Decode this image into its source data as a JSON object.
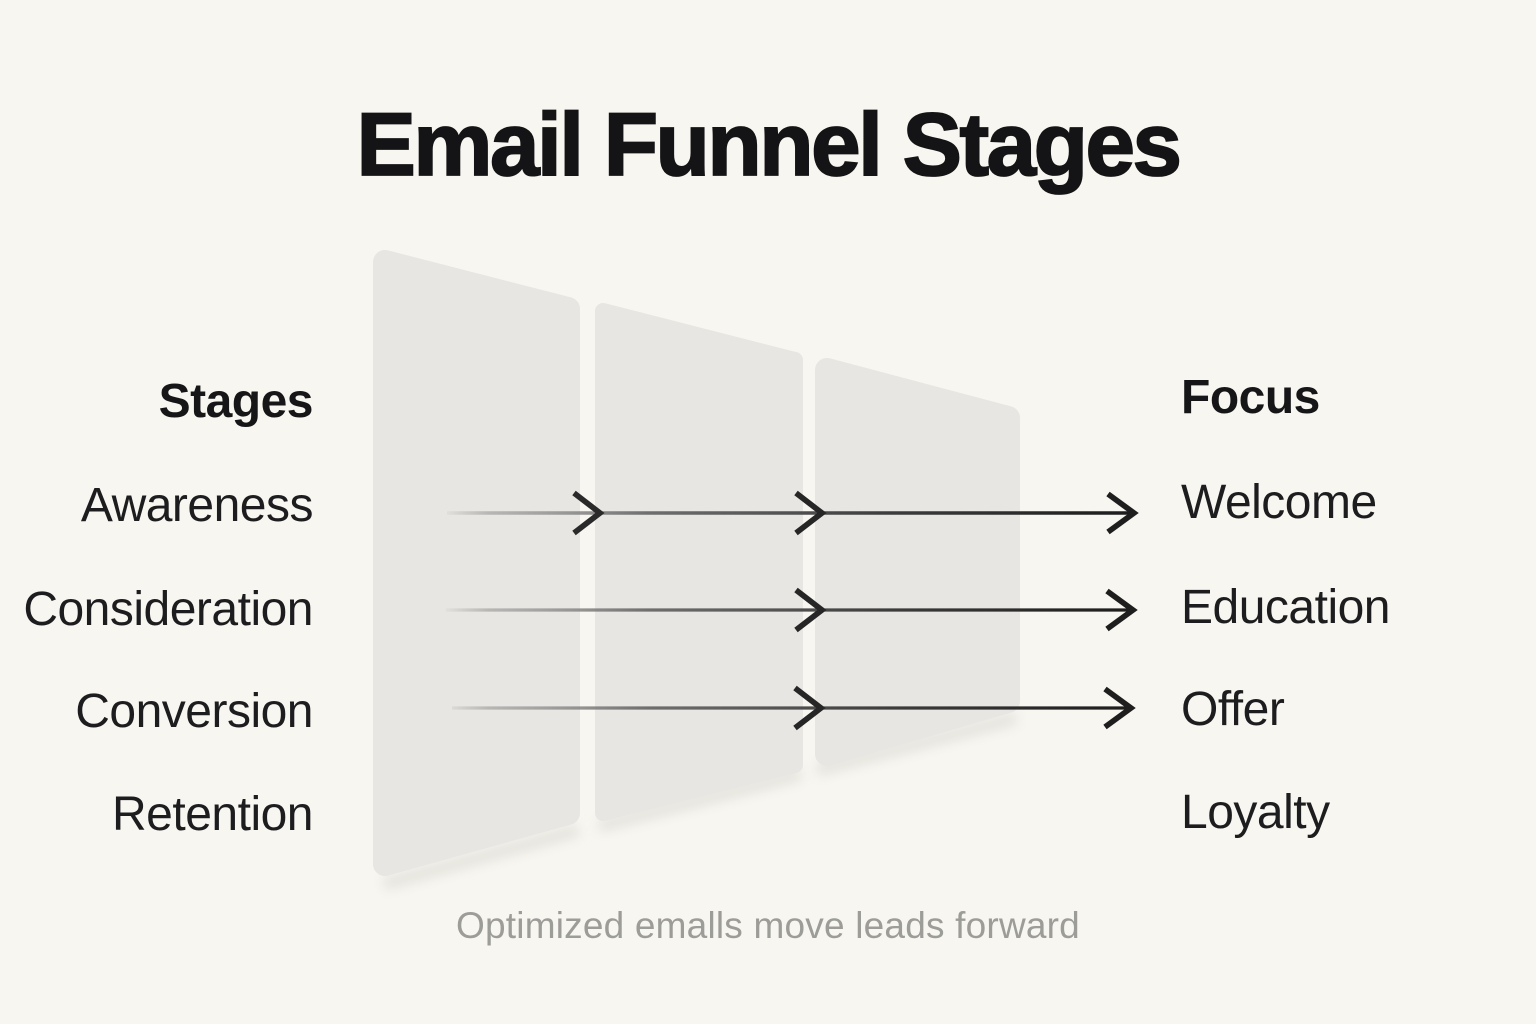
{
  "title": "Email Funnel Stages",
  "caption": "Optimized emalls move leads forward",
  "left_column": {
    "header": "Stages",
    "items": [
      "Awareness",
      "Consideration",
      "Conversion",
      "Retention"
    ]
  },
  "right_column": {
    "header": "Focus",
    "items": [
      "Welcome",
      "Education",
      "Offer",
      "Loyalty"
    ]
  },
  "connections": [
    {
      "from": "Awareness",
      "to": "Welcome",
      "arrow": true
    },
    {
      "from": "Consideration",
      "to": "Education",
      "arrow": true
    },
    {
      "from": "Conversion",
      "to": "Offer",
      "arrow": true
    },
    {
      "from": "Retention",
      "to": "Loyalty",
      "arrow": false
    }
  ],
  "funnel": {
    "segments": 3,
    "direction": "left-to-right"
  },
  "colors": {
    "background": "#f8f6f0",
    "panel": "#e8e6e2",
    "title_text": "#141416",
    "label_text": "#1d1d1f",
    "caption_text": "#9c9c98",
    "arrow": "#262626"
  }
}
